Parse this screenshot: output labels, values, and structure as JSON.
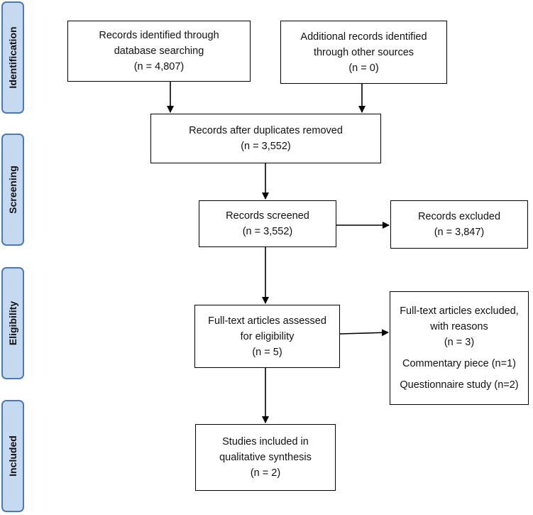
{
  "stages": [
    {
      "key": "identification",
      "label": "Identification"
    },
    {
      "key": "screening",
      "label": "Screening"
    },
    {
      "key": "eligibility",
      "label": "Eligibility"
    },
    {
      "key": "included",
      "label": "Included"
    }
  ],
  "boxes": {
    "db_search": {
      "line1": "Records identified through",
      "line2": "database searching",
      "count": "(n = 4,807)"
    },
    "other_sources": {
      "line1": "Additional records identified",
      "line2": "through other sources",
      "count": "(n = 0)"
    },
    "after_duplicates": {
      "line1": "Records after duplicates removed",
      "count": "(n = 3,552)"
    },
    "screened": {
      "line1": "Records screened",
      "count": "(n = 3,552)"
    },
    "excluded": {
      "line1": "Records excluded",
      "count": "(n = 3,847)"
    },
    "fulltext_assessed": {
      "line1": "Full-text articles assessed",
      "line2": "for eligibility",
      "count": "(n = 5)"
    },
    "fulltext_excluded": {
      "line1": "Full-text articles excluded,",
      "line2": "with reasons",
      "count": "(n = 3)",
      "reason1": "Commentary piece (n=1)",
      "reason2": "Questionnaire study (n=2)"
    },
    "included": {
      "line1": "Studies included in",
      "line2": "qualitative synthesis",
      "count": "(n = 2)"
    }
  },
  "colors": {
    "stage_fill": "#c5daf1",
    "stage_border": "#4a79b8",
    "box_border": "#000000"
  }
}
